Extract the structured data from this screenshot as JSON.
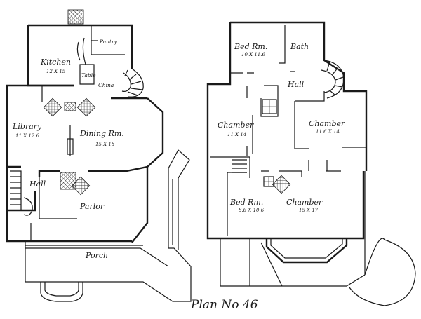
{
  "title": "Plan No 46",
  "first_floor": {
    "kitchen": {
      "name": "Kitchen",
      "size": "12 X 15"
    },
    "pantry": {
      "name": "Pantry"
    },
    "table": {
      "name": "Table"
    },
    "china": {
      "name": "China"
    },
    "library": {
      "name": "Library",
      "size": "11 X 12.6"
    },
    "dining": {
      "name": "Dining Rm.",
      "size": "15 X 18"
    },
    "hall": {
      "name": "Hall"
    },
    "parlor": {
      "name": "Parlor"
    },
    "porch": {
      "name": "Porch"
    }
  },
  "second_floor": {
    "bedroom_top": {
      "name": "Bed Rm.",
      "size": "10 X 11.6"
    },
    "bath": {
      "name": "Bath"
    },
    "hall": {
      "name": "Hall"
    },
    "chamber_left": {
      "name": "Chamber",
      "size": "11 X 14"
    },
    "chamber_right": {
      "name": "Chamber",
      "size": "11.6 X 14"
    },
    "bedroom_bottom": {
      "name": "Bed Rm.",
      "size": "8.6 X 10.6"
    },
    "chamber_bottom": {
      "name": "Chamber",
      "size": "15 X 17"
    }
  }
}
